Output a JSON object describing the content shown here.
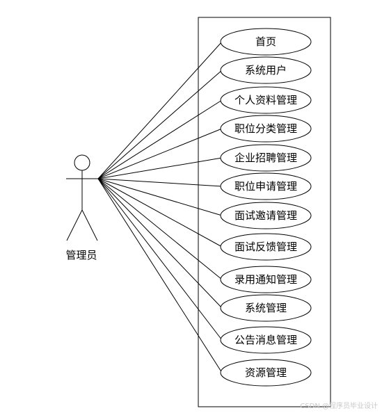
{
  "actor": {
    "name": "管理员"
  },
  "use_cases": [
    "首页",
    "系统用户",
    "个人资料管理",
    "职位分类管理",
    "企业招聘管理",
    "职位申请管理",
    "面试邀请管理",
    "面试反馈管理",
    "录用通知管理",
    "系统管理",
    "公告消息管理",
    "资源管理"
  ],
  "watermark": "CSDN @程序员毕业设计"
}
